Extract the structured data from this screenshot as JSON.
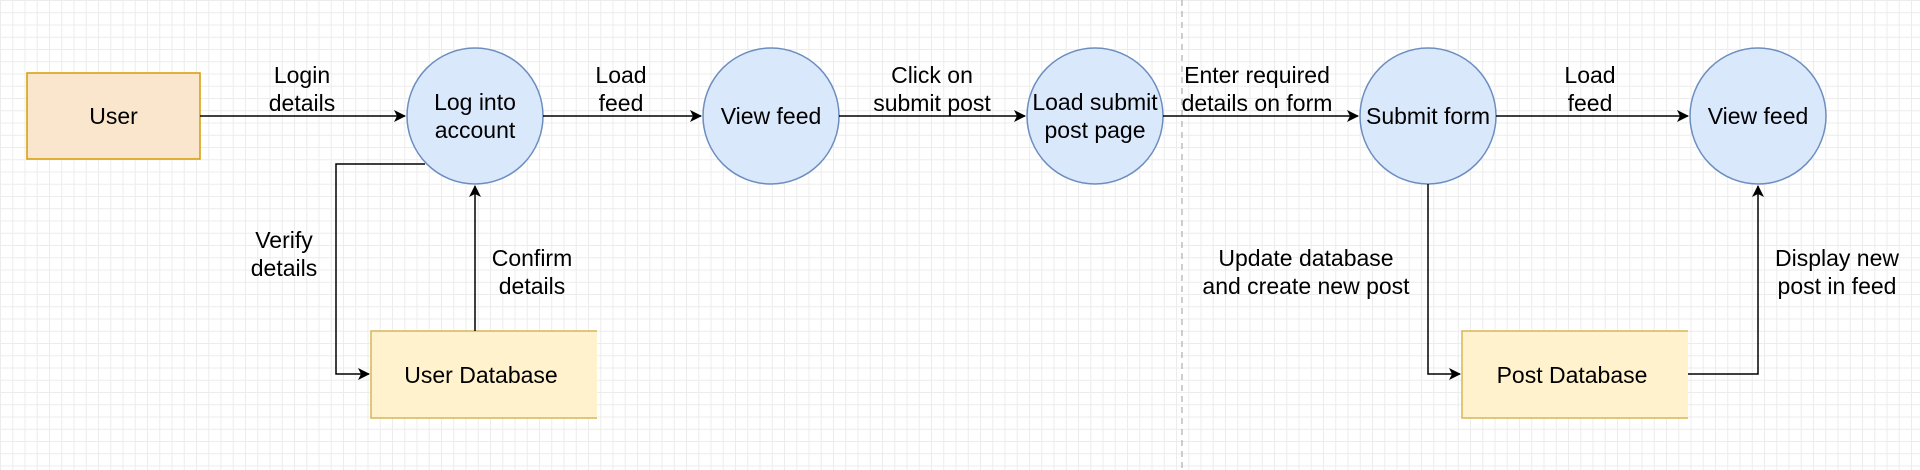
{
  "diagram": {
    "nodes": {
      "user": {
        "label": "User"
      },
      "log_into_account": {
        "label": "Log into\naccount"
      },
      "view_feed_1": {
        "label": "View feed"
      },
      "load_submit_post_page": {
        "label": "Load submit\npost page"
      },
      "submit_form": {
        "label": "Submit form"
      },
      "view_feed_2": {
        "label": "View feed"
      },
      "user_database": {
        "label": "User Database"
      },
      "post_database": {
        "label": "Post Database"
      }
    },
    "edges": {
      "login_details": {
        "label": "Login\ndetails"
      },
      "load_feed_1": {
        "label": "Load\nfeed"
      },
      "click_on_submit_post": {
        "label": "Click on\nsubmit post"
      },
      "enter_required_details": {
        "label": "Enter required\ndetails on form"
      },
      "load_feed_2": {
        "label": "Load\nfeed"
      },
      "verify_details": {
        "label": "Verify\ndetails"
      },
      "confirm_details": {
        "label": "Confirm\ndetails"
      },
      "update_database": {
        "label": "Update database\nand create new post"
      },
      "display_new_post": {
        "label": "Display new\npost in feed"
      }
    },
    "colors": {
      "process_fill": "#dae8fc",
      "process_stroke": "#6c8ebf",
      "entity_fill": "#fae6cc",
      "entity_stroke": "#d79b00",
      "store_fill": "#fff2cc",
      "store_stroke": "#d6b656",
      "edge": "#000000",
      "separator": "#bdbdbd"
    }
  }
}
